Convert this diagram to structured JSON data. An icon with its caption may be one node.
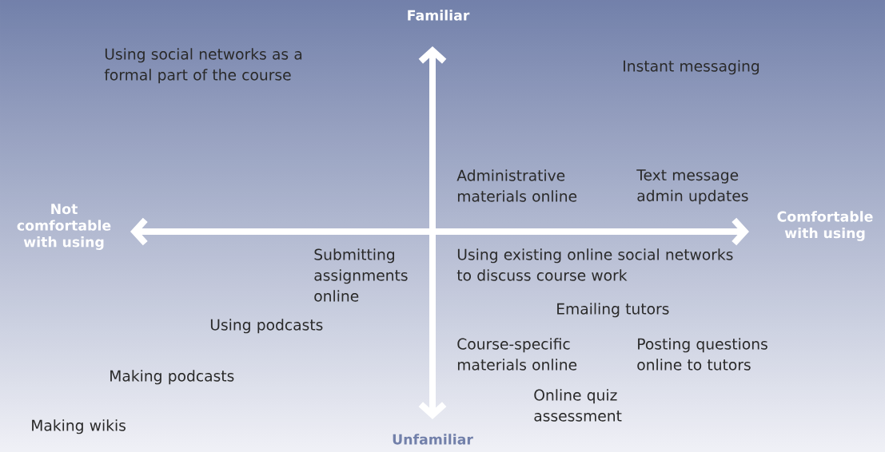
{
  "diagram": {
    "labels": [
      "Familiar",
      "Using social networks as a formal part of the course",
      "Instant messaging",
      "Administrative materials online",
      "Text message admin updates",
      "Not comfortable with using",
      "Comfortable with using",
      "Submitting assignments online",
      "Using existing online social networks to discuss course work",
      "Emailing tutors",
      "Using podcasts",
      "Course-specific materials online",
      "Posting questions online to tutors",
      "Making podcasts",
      "Online quiz assessment",
      "Making wikis",
      "Unfamiliar"
    ]
  }
}
